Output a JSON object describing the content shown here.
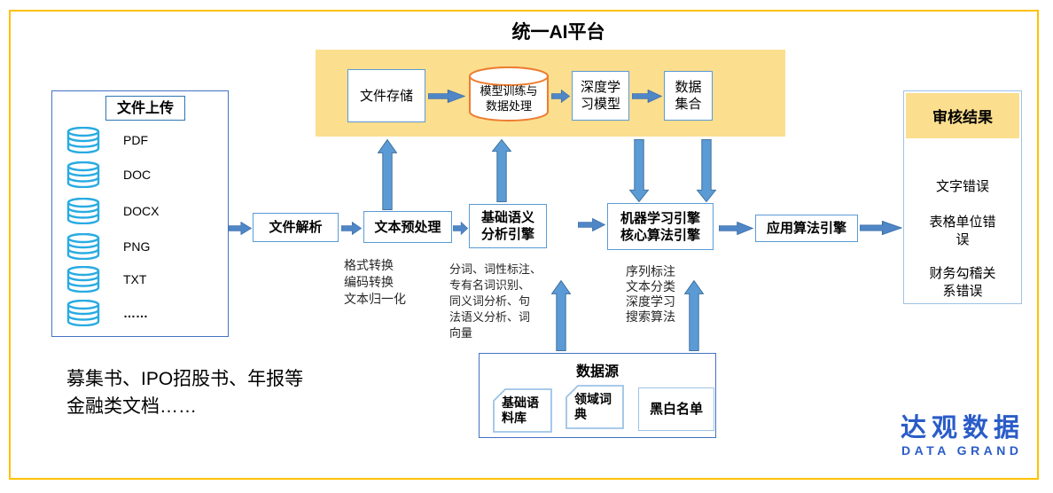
{
  "title": "统一AI平台",
  "colors": {
    "border_gold": "#FFC000",
    "banner_yellow": "#FBDE8E",
    "box_border_blue": "#5B9BD5",
    "panel_border_blue": "#4472C4",
    "light_border_blue": "#9DC3E6",
    "arrow_blue": "#4F86C6",
    "database_icon_cyan": "#29ABE2",
    "cylinder_orange": "#ED7D31",
    "logo_blue": "#2A5CC8"
  },
  "upload_panel": {
    "title": "文件上传",
    "file_types": [
      "PDF",
      "DOC",
      "DOCX",
      "PNG",
      "TXT",
      "……"
    ]
  },
  "caption": {
    "line1": "募集书、IPO招股书、年报等",
    "line2": "金融类文档……"
  },
  "banner": {
    "file_storage": "文件存储",
    "model_training": {
      "line1": "模型训练与",
      "line2": "数据处理"
    },
    "deep_learning": {
      "line1": "深度学",
      "line2": "习模型"
    },
    "data_collection": {
      "line1": "数据",
      "line2": "集合"
    }
  },
  "pipeline": {
    "file_parsing": "文件解析",
    "text_preprocessing": "文本预处理",
    "semantic_engine": {
      "line1": "基础语义",
      "line2": "分析引擎"
    },
    "ml_engine": {
      "line1": "机器学习引擎",
      "line2": "核心算法引擎"
    },
    "app_engine": "应用算法引擎"
  },
  "annotations": {
    "preprocessing": [
      "格式转换",
      "编码转换",
      "文本归一化"
    ],
    "semantic": [
      "分词、词性标注、",
      "专有名词识别、",
      "同义词分析、句",
      "法语义分析、词",
      "向量"
    ],
    "ml": [
      "序列标注",
      "文本分类",
      "深度学习",
      "搜索算法"
    ]
  },
  "results_panel": {
    "title": "审核结果",
    "items": [
      [
        "文字错误"
      ],
      [
        "表格单位错",
        "误"
      ],
      [
        "财务勾稽关",
        "系错误"
      ]
    ]
  },
  "data_source_panel": {
    "title": "数据源",
    "items": [
      [
        "基础语",
        "料库"
      ],
      [
        "领域词",
        "典"
      ],
      [
        "黑白名单"
      ]
    ]
  },
  "logo": {
    "cn": "达观数据",
    "en": "DATA GRAND"
  }
}
